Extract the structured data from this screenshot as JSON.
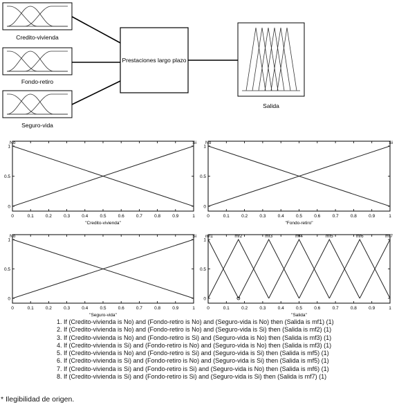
{
  "diagram": {
    "inputs": [
      {
        "label": "Credito-vivienda"
      },
      {
        "label": "Fondo-retiro"
      },
      {
        "label": "Seguro-vida"
      }
    ],
    "system": {
      "label": "Prestaciones largo plazo"
    },
    "output": {
      "label": "Salida"
    }
  },
  "chart_data": [
    {
      "type": "line",
      "title": "",
      "xlabel": "\"Credito-vivienda\"",
      "ylabel": "",
      "xlim": [
        0,
        1
      ],
      "ylim": [
        0,
        1
      ],
      "xticks": [
        "0",
        "0.1",
        "0.2",
        "0.3",
        "0.4",
        "0.5",
        "0.6",
        "0.7",
        "0.8",
        "0.9",
        "1"
      ],
      "yticks": [
        "0",
        "0.5",
        "1"
      ],
      "series": [
        {
          "name": "No",
          "x": [
            0,
            1
          ],
          "y": [
            1,
            0
          ]
        },
        {
          "name": "Si",
          "x": [
            0,
            1
          ],
          "y": [
            0,
            1
          ]
        }
      ]
    },
    {
      "type": "line",
      "title": "",
      "xlabel": "\"Fondo-retiro\"",
      "ylabel": "",
      "xlim": [
        0,
        1
      ],
      "ylim": [
        0,
        1
      ],
      "xticks": [
        "0",
        "0.1",
        "0.2",
        "0.3",
        "0.4",
        "0.5",
        "0.6",
        "0.7",
        "0.8",
        "0.9",
        "1"
      ],
      "yticks": [
        "0",
        "0.5",
        "1"
      ],
      "series": [
        {
          "name": "No",
          "x": [
            0,
            1
          ],
          "y": [
            1,
            0
          ]
        },
        {
          "name": "Si",
          "x": [
            0,
            1
          ],
          "y": [
            0,
            1
          ]
        }
      ]
    },
    {
      "type": "line",
      "title": "",
      "xlabel": "\"Seguro-vida\"",
      "ylabel": "",
      "xlim": [
        0,
        1
      ],
      "ylim": [
        0,
        1
      ],
      "xticks": [
        "0",
        "0.1",
        "0.2",
        "0.3",
        "0.4",
        "0.5",
        "0.6",
        "0.7",
        "0.8",
        "0.9",
        "1"
      ],
      "yticks": [
        "0",
        "0.5",
        "1"
      ],
      "series": [
        {
          "name": "No",
          "x": [
            0,
            1
          ],
          "y": [
            1,
            0
          ]
        },
        {
          "name": "Si",
          "x": [
            0,
            1
          ],
          "y": [
            0,
            1
          ]
        }
      ]
    },
    {
      "type": "line",
      "title": "",
      "xlabel": "\"Salida\"",
      "ylabel": "",
      "xlim": [
        0,
        1
      ],
      "ylim": [
        0,
        1
      ],
      "xticks": [
        "0",
        "0.1",
        "0.2",
        "0.3",
        "0.4",
        "0.5",
        "0.6",
        "0.7",
        "0.8",
        "0.9",
        "1"
      ],
      "yticks": [
        "0",
        "0.5",
        "1"
      ],
      "series": [
        {
          "name": "mf1",
          "x": [
            -0.1667,
            0,
            0.1667
          ],
          "y": [
            0,
            1,
            0
          ]
        },
        {
          "name": "mf2",
          "x": [
            0,
            0.1667,
            0.3333
          ],
          "y": [
            0,
            1,
            0
          ]
        },
        {
          "name": "mf3",
          "x": [
            0.1667,
            0.3333,
            0.5
          ],
          "y": [
            0,
            1,
            0
          ]
        },
        {
          "name": "mf4",
          "x": [
            0.3333,
            0.5,
            0.6667
          ],
          "y": [
            0,
            1,
            0
          ]
        },
        {
          "name": "mf5",
          "x": [
            0.5,
            0.6667,
            0.8333
          ],
          "y": [
            0,
            1,
            0
          ]
        },
        {
          "name": "mf6",
          "x": [
            0.6667,
            0.8333,
            1
          ],
          "y": [
            0,
            1,
            0
          ]
        },
        {
          "name": "mf7",
          "x": [
            0.8333,
            1,
            1.1667
          ],
          "y": [
            0,
            1,
            0
          ]
        }
      ]
    }
  ],
  "rules": [
    "1. If (Credito-vivienda is No) and (Fondo-retiro is No) and (Seguro-vida is No) then (Salida is mf1) (1)",
    "2. If (Credito-vivienda is No) and (Fondo-retiro is No) and (Seguro-vida is Si) then (Salida is mf2) (1)",
    "3. If (Credito-vivienda is No) and (Fondo-retiro is Si) and (Seguro-vida is No) then (Salida is mf3) (1)",
    "4. If (Credito-vivienda is Si) and (Fondo-retiro is No) and (Seguro-vida is No) then (Salida is mf3) (1)",
    "5. If (Credito-vivienda is No) and (Fondo-retiro is Si) and (Seguro-vida is Si) then (Salida is mf5) (1)",
    "6. If (Credito-vivienda is Si) and (Fondo-retiro is No) and (Seguro-vida is Si) then (Salida is mf5) (1)",
    "7. If (Credito-vivienda is Si) and (Fondo-retiro is Si) and (Seguro-vida is No) then (Salida is mf6) (1)",
    "8. If (Credito-vivienda is Si) and (Fondo-retiro is Si) and (Seguro-vida is Si) then (Salida is mf7) (1)"
  ],
  "footnote": "* Ilegibilidad de origen."
}
